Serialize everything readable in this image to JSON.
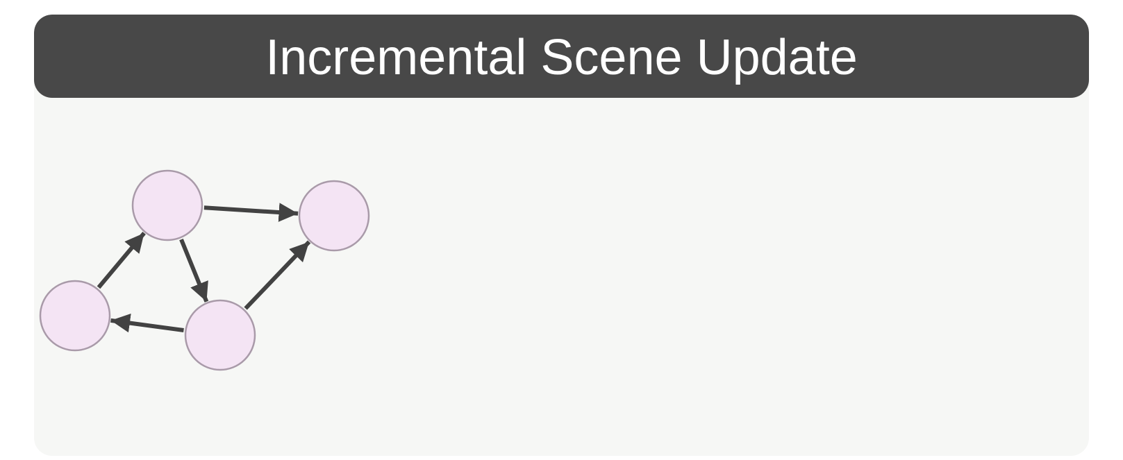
{
  "header": {
    "title": "Incremental Scene Update"
  },
  "colors": {
    "header_bg": "#484848",
    "panel_bg": "#f6f7f5",
    "node_fill": "#f4e4f4",
    "node_stroke": "#a99aa9",
    "edge": "#424242"
  },
  "graph": {
    "nodes": [
      {
        "id": "n1",
        "label": ""
      },
      {
        "id": "n2",
        "label": ""
      },
      {
        "id": "n3",
        "label": ""
      },
      {
        "id": "n4",
        "label": ""
      }
    ],
    "edges": [
      {
        "from": "n4",
        "to": "n1"
      },
      {
        "from": "n1",
        "to": "n2"
      },
      {
        "from": "n1",
        "to": "n3"
      },
      {
        "from": "n3",
        "to": "n4"
      },
      {
        "from": "n3",
        "to": "n2"
      }
    ]
  }
}
